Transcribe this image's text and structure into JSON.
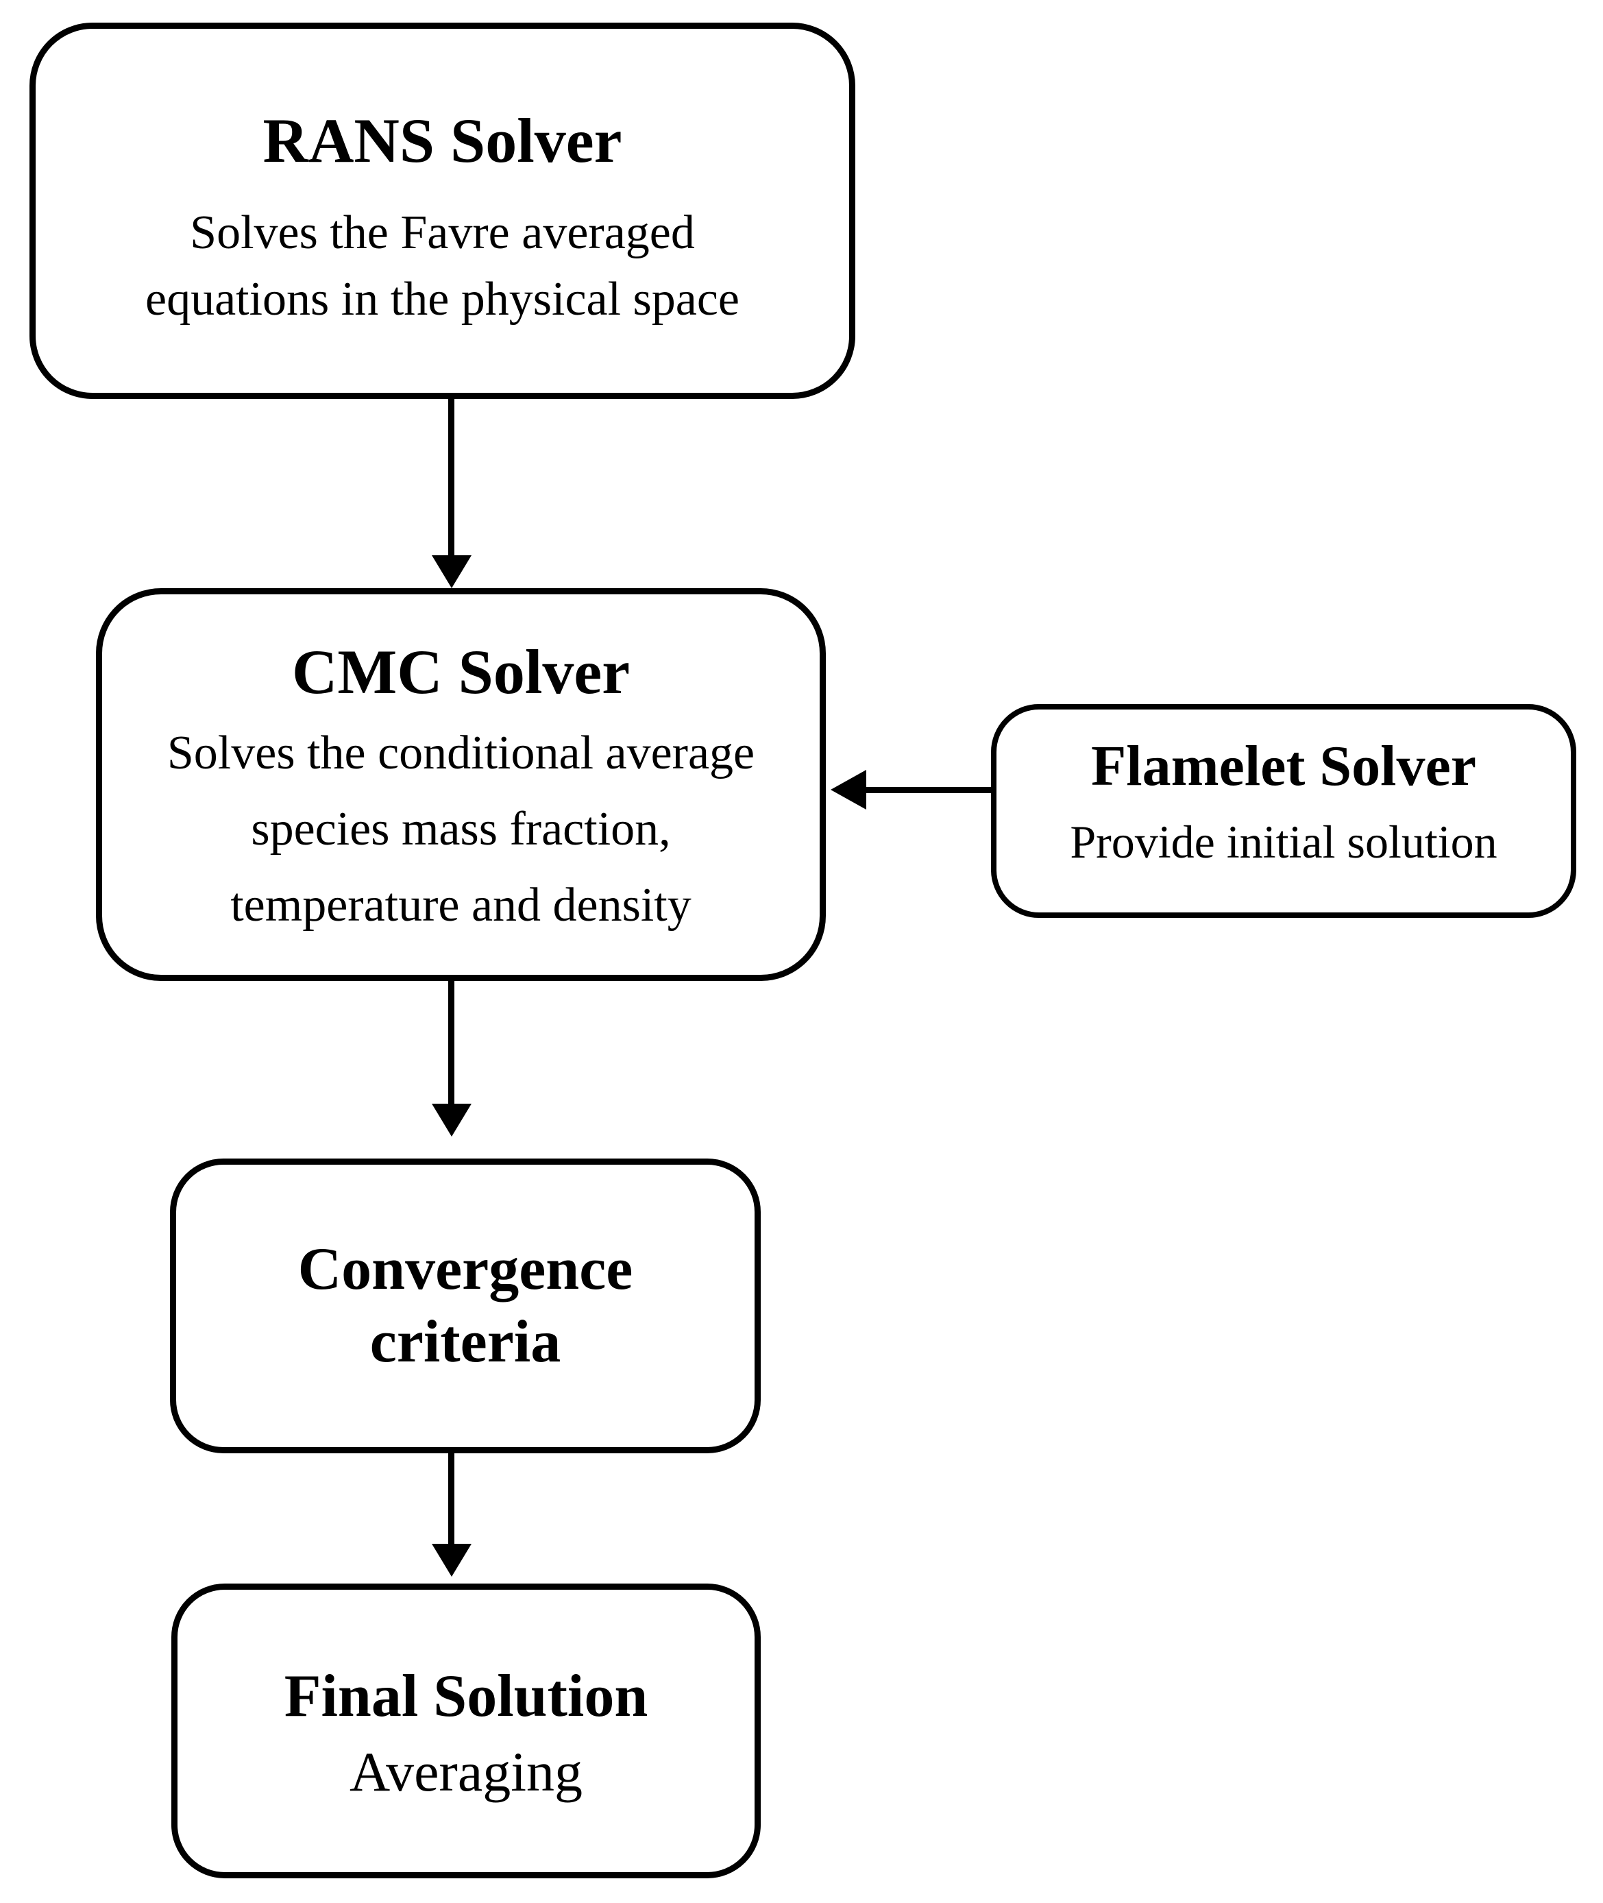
{
  "diagram": {
    "background_color": "#ffffff",
    "stroke_color": "#000000",
    "nodes": {
      "rans": {
        "title": "RANS Solver",
        "lines": [
          "Solves the Favre averaged",
          "equations in the physical space"
        ]
      },
      "cmc": {
        "title": "CMC Solver",
        "lines": [
          "Solves the conditional average",
          "species mass fraction,",
          "temperature and density"
        ]
      },
      "flamelet": {
        "title": "Flamelet Solver",
        "lines": [
          "Provide initial solution"
        ]
      },
      "convergence": {
        "title_lines": [
          "Convergence",
          "criteria"
        ]
      },
      "final": {
        "title": "Final Solution",
        "lines": [
          "Averaging"
        ]
      }
    },
    "edges": [
      {
        "from": "RANS Solver",
        "to": "CMC Solver",
        "direction": "down"
      },
      {
        "from": "Flamelet Solver",
        "to": "CMC Solver",
        "direction": "left"
      },
      {
        "from": "CMC Solver",
        "to": "Convergence criteria",
        "direction": "down"
      },
      {
        "from": "Convergence criteria",
        "to": "Final Solution",
        "direction": "down"
      }
    ]
  }
}
